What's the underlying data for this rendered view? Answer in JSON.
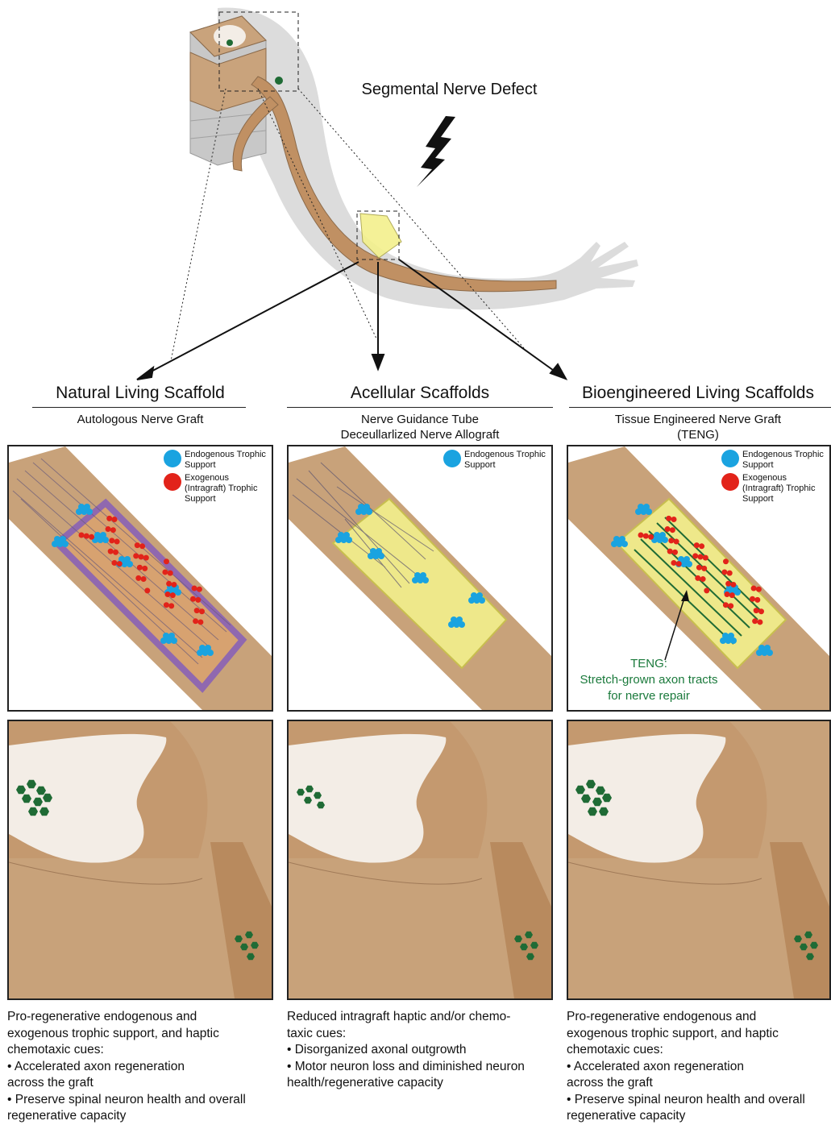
{
  "figure_title": "Segmental Nerve Defect",
  "colors": {
    "endogenous": "#1aa3e0",
    "exogenous": "#e2231a",
    "teng_text": "#1b7a3c",
    "tissue": "#c8a27a",
    "nerve": "#c09063",
    "spinal_gray": "#f3ede6",
    "tube_yellow": "#f3f08c",
    "sheath_purple": "#8a62b5",
    "neuron": "#1f6b35",
    "silhouette": "#d6d6d6"
  },
  "columns": [
    {
      "heading": "Natural Living Scaffold",
      "subtitle": "Autologous Nerve Graft",
      "legend": [
        {
          "label": "Endogenous Trophic Support",
          "color_key": "endogenous"
        },
        {
          "label": "Exogenous (Intragraft) Trophic Support",
          "color_key": "exogenous"
        }
      ],
      "description": "Pro-regenerative endogenous and\nexogenous trophic support, and haptic\nchemotaxic cues:\n• Accelerated axon regeneration\nacross the graft\n• Preserve spinal neuron health and overall\nregenerative capacity"
    },
    {
      "heading": "Acellular Scaffolds",
      "subtitle": "Nerve Guidance Tube\nDeceullarlized Nerve Allograft",
      "legend": [
        {
          "label": "Endogenous Trophic Support",
          "color_key": "endogenous"
        }
      ],
      "description": "Reduced intragraft haptic and/or chemo-\ntaxic cues:\n• Disorganized axonal outgrowth\n• Motor neuron loss and diminished neuron\nhealth/regenerative capacity"
    },
    {
      "heading": "Bioengineered Living Scaffolds",
      "subtitle": "Tissue Engineered Nerve Graft\n(TENG)",
      "legend": [
        {
          "label": "Endogenous Trophic Support",
          "color_key": "endogenous"
        },
        {
          "label": "Exogenous (Intragraft) Trophic Support",
          "color_key": "exogenous"
        }
      ],
      "annotation": "TENG:\nStretch-grown axon tracts\nfor nerve repair",
      "description": "Pro-regenerative endogenous and\nexogenous trophic support, and haptic\nchemotaxic cues:\n• Accelerated axon regeneration\nacross the graft\n• Preserve spinal neuron health and overall\nregenerative capacity"
    }
  ]
}
